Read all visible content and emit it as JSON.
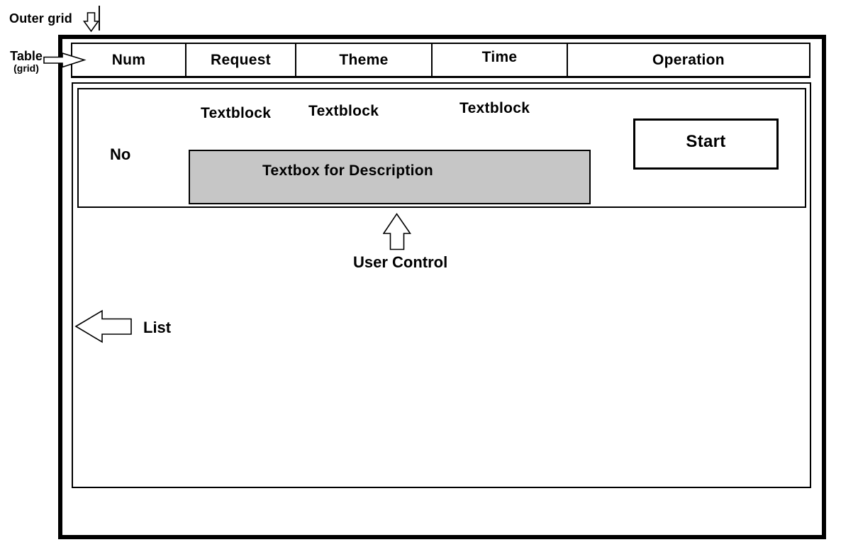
{
  "annotations": {
    "outer_grid": "Outer grid",
    "table": "Table",
    "table_sub": "(grid)",
    "user_control": "User Control",
    "list": "List"
  },
  "table": {
    "columns": [
      "Num",
      "Request",
      "Theme",
      "Time",
      "Operation"
    ]
  },
  "user_control": {
    "row_number_label": "No",
    "textblocks": [
      "Textblock",
      "Textblock",
      "Textblock"
    ],
    "description_textbox_label": "Textbox for Description",
    "start_button_label": "Start"
  },
  "icons": {
    "down_arrow": "down-arrow-icon",
    "right_arrow": "right-arrow-icon",
    "up_arrow": "up-arrow-icon",
    "left_arrow": "left-arrow-icon"
  },
  "colors": {
    "background": "#ffffff",
    "line": "#000000",
    "textbox_fill": "#c6c6c6"
  }
}
